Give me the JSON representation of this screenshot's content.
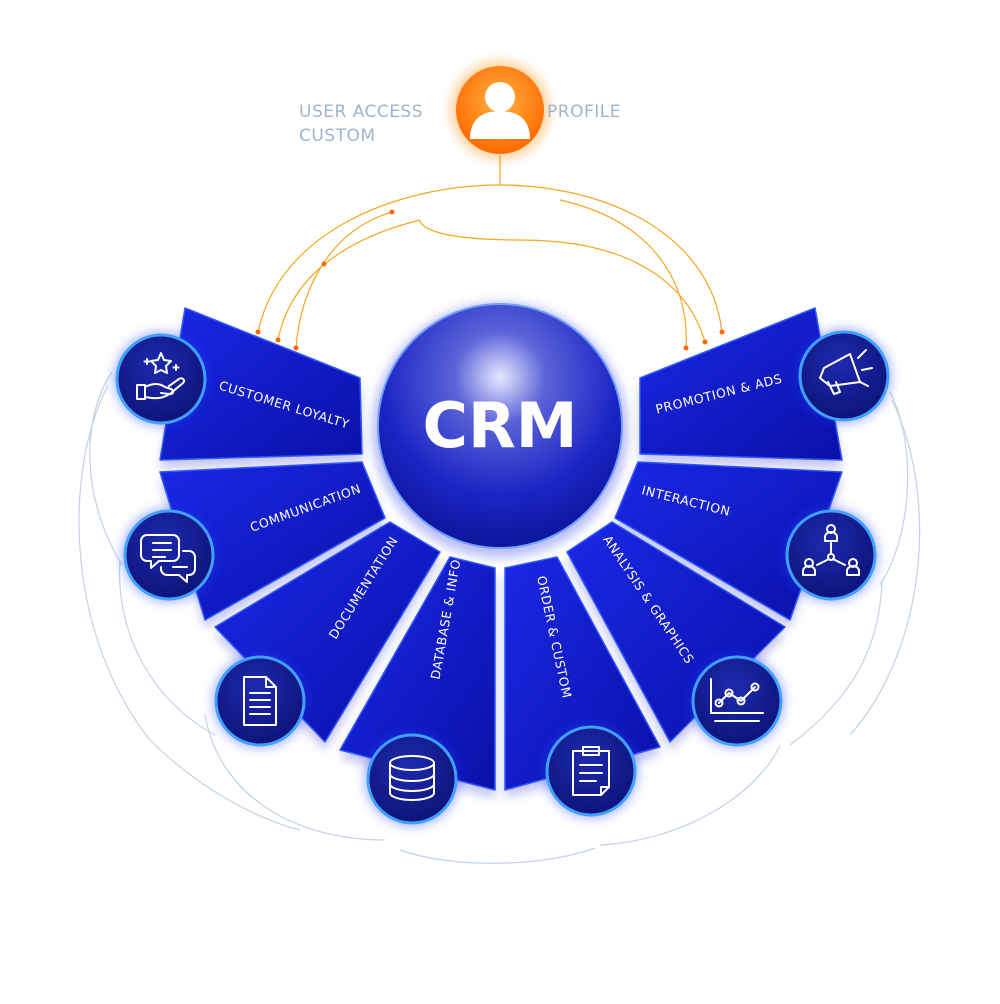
{
  "center": {
    "title": "CRM"
  },
  "profile": {
    "left_line1": "USER ACCESS",
    "left_line2": "CUSTOM",
    "right": "PROFILE",
    "icon": "user-icon"
  },
  "segments": [
    {
      "label": "CUSTOMER LOYALTY",
      "icon": "hand-stars-icon"
    },
    {
      "label": "COMMUNICATION",
      "icon": "chat-bubbles-icon"
    },
    {
      "label": "DOCUMENTATION",
      "icon": "document-icon"
    },
    {
      "label": "DATABASE & INFO",
      "icon": "database-icon"
    },
    {
      "label": "ORDER & CUSTOM",
      "icon": "clipboard-icon"
    },
    {
      "label": "ANALYSIS & GRAPHICS",
      "icon": "line-chart-icon"
    },
    {
      "label": "INTERACTION",
      "icon": "network-people-icon"
    },
    {
      "label": "PROMOTION & ADS",
      "icon": "megaphone-icon"
    }
  ],
  "colors": {
    "segment": "#0a14c8",
    "segment_dark": "#050a8a",
    "accent": "#ff7a00",
    "connector": "#b9c9dd",
    "label_gray": "#9fb4cc"
  }
}
